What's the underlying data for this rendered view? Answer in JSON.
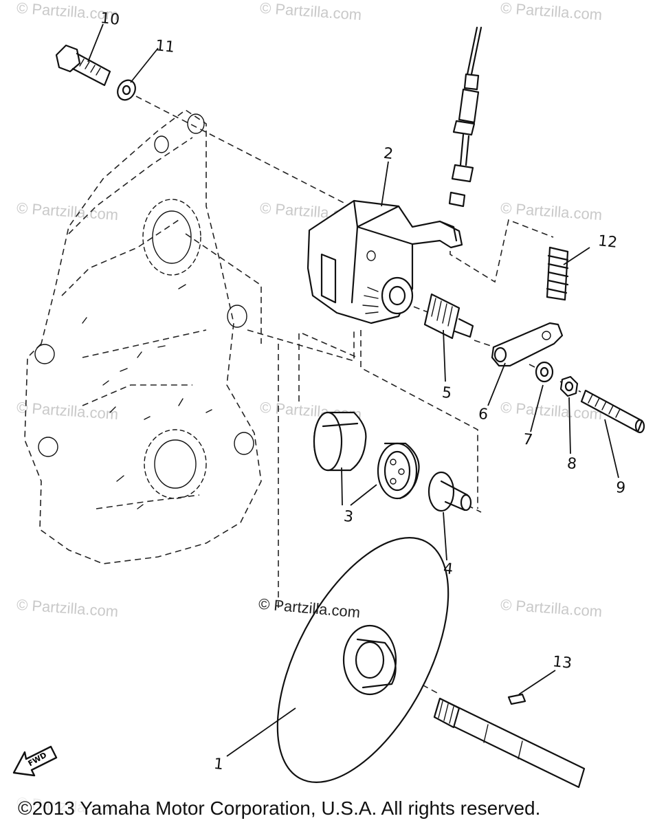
{
  "watermark_text": "© Partzilla.com",
  "center_watermark_text": "© Partzilla.com",
  "copyright": "©2013 Yamaha Motor Corporation, U.S.A. All rights reserved.",
  "fwd_label": "FWD",
  "callouts": {
    "c1": "1",
    "c2": "2",
    "c3": "3",
    "c4": "4",
    "c5": "5",
    "c6": "6",
    "c7": "7",
    "c8": "8",
    "c9": "9",
    "c10": "10",
    "c11": "11",
    "c12": "12",
    "c13": "13"
  }
}
